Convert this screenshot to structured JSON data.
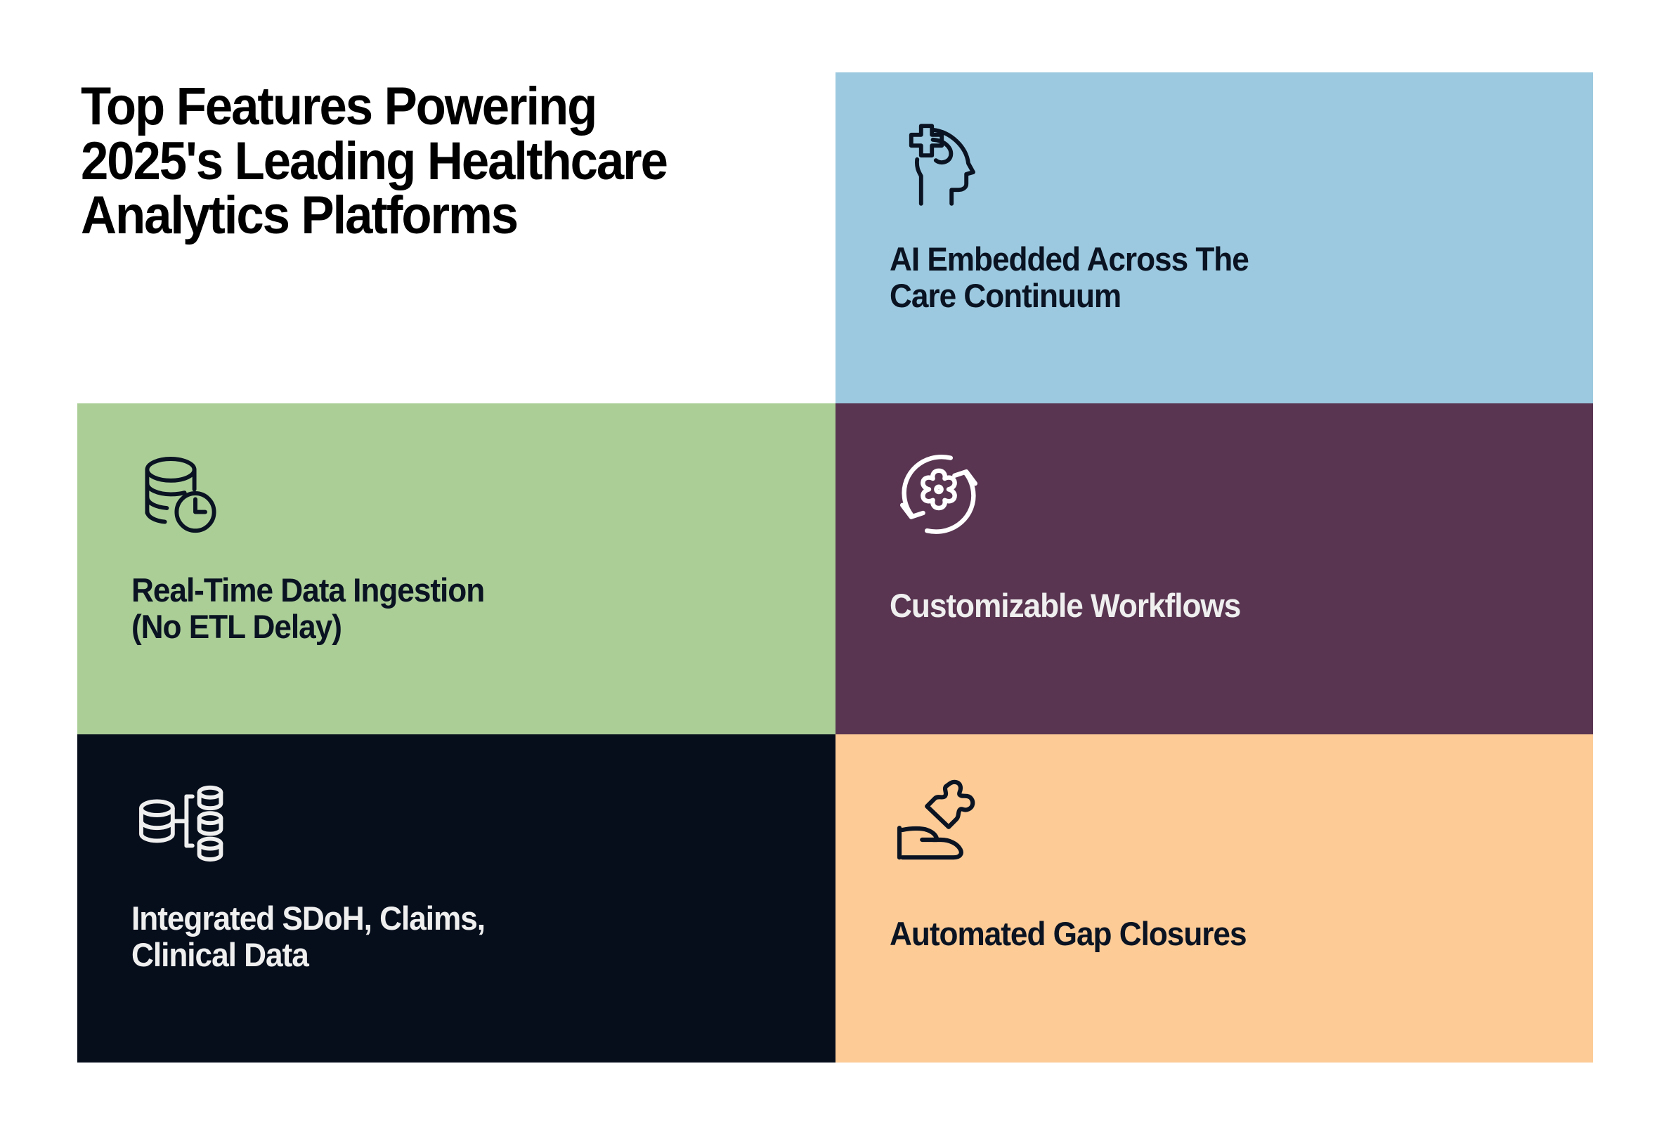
{
  "headline": "Top Features Powering 2025's Leading Healthcare Analytics Platforms",
  "colors": {
    "background": "#ffffff",
    "blue": "#9cc9df",
    "green": "#abce97",
    "maroon": "#593551",
    "navy": "#060e1c",
    "orange": "#fccb96",
    "text_dark": "#0a1322",
    "text_light": "#efefef",
    "headline": "#000000"
  },
  "panels": [
    {
      "id": "ai-care-continuum",
      "label": "AI Embedded Across The\nCare Continuum",
      "icon": "head-with-medical-cross-icon",
      "background": "#9cc9df",
      "text_color": "#0a1322"
    },
    {
      "id": "real-time-ingestion",
      "label": "Real-Time Data Ingestion\n(No ETL Delay)",
      "icon": "database-with-clock-icon",
      "background": "#abce97",
      "text_color": "#0a1322"
    },
    {
      "id": "customizable-workflows",
      "label": "Customizable Workflows",
      "icon": "cycle-arrows-with-gear-icon",
      "background": "#593551",
      "text_color": "#efefef"
    },
    {
      "id": "integrated-data",
      "label": "Integrated SDoH, Claims,\nClinical Data",
      "icon": "database-branching-icon",
      "background": "#060e1c",
      "text_color": "#efefef"
    },
    {
      "id": "automated-gap-closures",
      "label": "Automated Gap Closures",
      "icon": "hand-with-puzzle-piece-icon",
      "background": "#fccb96",
      "text_color": "#0a1322"
    }
  ]
}
